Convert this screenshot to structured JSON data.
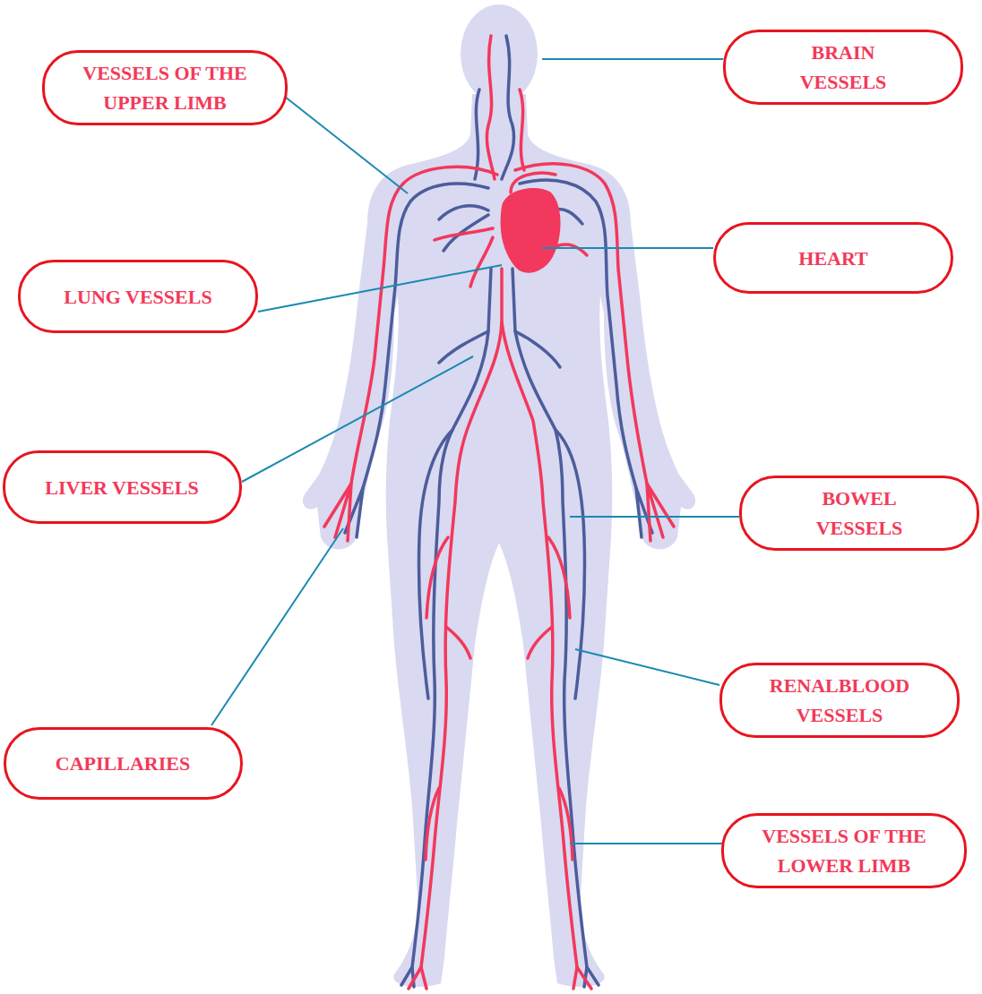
{
  "diagram": {
    "nodes": [
      {
        "text": [
          "BRAIN VESSELS"
        ]
      },
      {
        "text": [
          "VESSELS OF THE UPPER LIMB"
        ]
      },
      {
        "text": [
          "HEART"
        ]
      },
      {
        "text": [
          "LUNG VESSELS"
        ]
      },
      {
        "text": [
          "LIVER VESSELS"
        ]
      },
      {
        "text": [
          "BOWEL VESSELS"
        ]
      },
      {
        "text": [
          "RENALBLOOD VESSELS"
        ]
      },
      {
        "text": [
          "CAPILLARIES"
        ]
      },
      {
        "text": [
          "VESSELS OF THE LOWER LIMB"
        ]
      }
    ]
  }
}
